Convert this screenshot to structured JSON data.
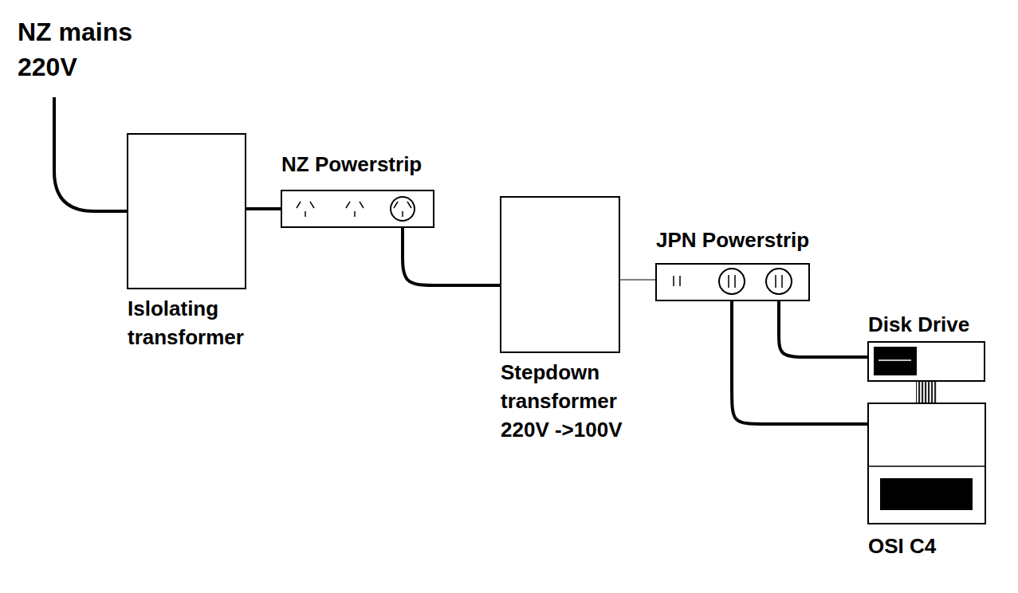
{
  "diagram": {
    "nodes": [
      {
        "text": [
          "Islolating transformer"
        ]
      },
      {
        "text": [
          "NZ Powerstrip"
        ]
      },
      {
        "text": [
          "Stepdown transformer 220V ->100V"
        ]
      },
      {
        "text": [
          "JPN Powerstrip"
        ]
      },
      {
        "text": [
          "Disk Drive"
        ]
      },
      {
        "text": [
          "OSI C4"
        ]
      }
    ],
    "edges": [
      {
        "from": 0,
        "to": 1,
        "arrow": "none"
      },
      {
        "from": 1,
        "to": 2,
        "arrow": "none"
      },
      {
        "from": 2,
        "to": 3,
        "arrow": "none"
      },
      {
        "from": 3,
        "to": 4,
        "arrow": "none"
      },
      {
        "from": 3,
        "to": 5,
        "arrow": "none"
      },
      {
        "from": 4,
        "to": 5,
        "arrow": "none"
      }
    ],
    "labels": [
      "NZ mains 220V"
    ]
  }
}
